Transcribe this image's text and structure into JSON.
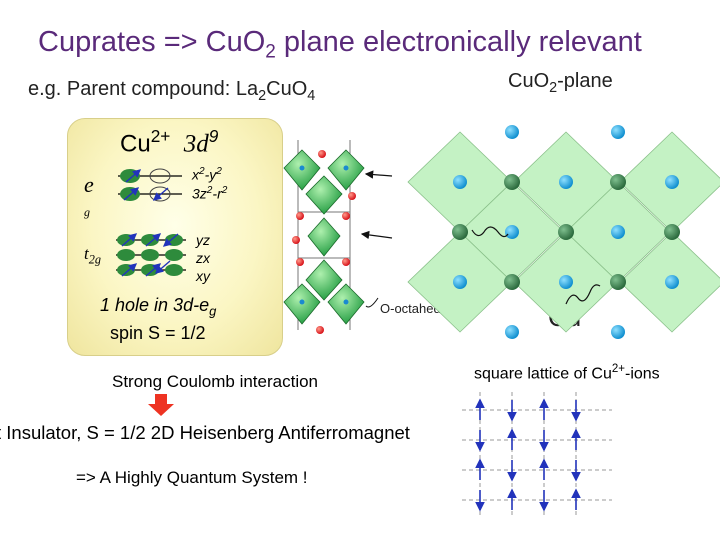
{
  "title": {
    "main": "Cuprates  => Cu",
    "sub": "2",
    "rest": " plane electronically relevant",
    "mid": "O"
  },
  "example": {
    "text": "e.g. Parent compound: La",
    "sub1": "2",
    "mid": "CuO",
    "sub2": "4"
  },
  "plane_label": {
    "a": "CuO",
    "sub": "2",
    "b": "-plane"
  },
  "config": {
    "ion": "Cu",
    "charge": "2+",
    "orbital": "3d",
    "power": "9"
  },
  "eg_label": {
    "main": "e",
    "sub": "g"
  },
  "eg_orbitals": {
    "line1_base": "x",
    "line1_sup1": "2",
    "line1_mid": "-y",
    "line1_sup2": "2",
    "line2_base": "3z",
    "line2_sup1": "2",
    "line2_mid": "-r",
    "line2_sup2": "2"
  },
  "t2g_label": {
    "main": "t",
    "sub": "2g"
  },
  "t2g_orbitals": [
    "yz",
    "zx",
    "xy"
  ],
  "hole": {
    "text": "1 hole in 3d-e",
    "sub": "g"
  },
  "spin": "spin  S = 1/2",
  "coulomb": "Strong Coulomb interaction",
  "mott": "t Insulator, S = 1/2 2D Heisenberg Antiferromagnet",
  "quantum": "=> A Highly Quantum System !",
  "o_letter": "O",
  "octahedra_label": "O-octahedra",
  "cu_letter": "Cu",
  "square_label": {
    "text": "square lattice of Cu",
    "sup": "2+",
    "rest": "-ions"
  },
  "colors": {
    "title": "#5a2a7a",
    "o_atom": "#1a9ad6",
    "cu_atom": "#3b7d4f",
    "plaquette": "#bff0bf",
    "spin_arrow": "#2233bb",
    "red_arrow": "#ee3322"
  }
}
